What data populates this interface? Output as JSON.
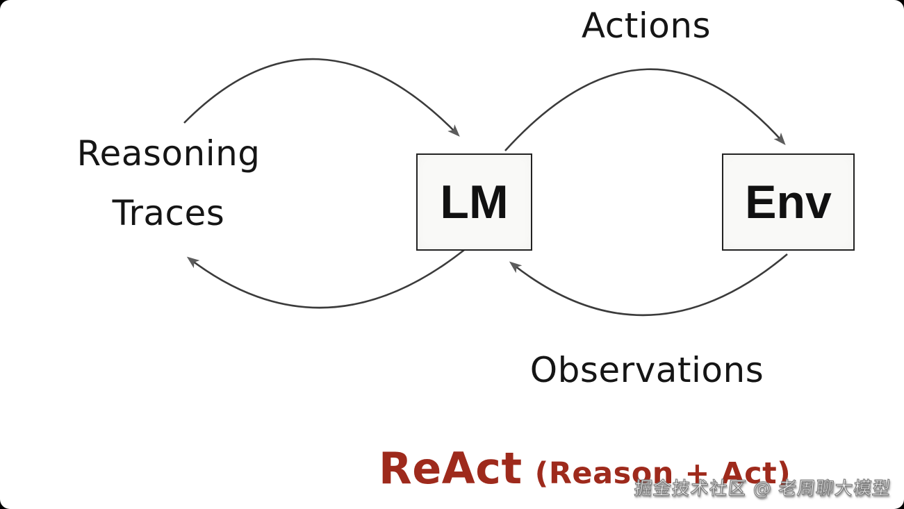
{
  "diagram": {
    "labels": {
      "reasoning_line1": "Reasoning",
      "reasoning_line2": "Traces",
      "actions": "Actions",
      "observations": "Observations"
    },
    "nodes": {
      "lm": "LM",
      "env": "Env"
    },
    "title": {
      "main": "ReAct",
      "sub": "(Reason + Act)"
    },
    "watermark": "掘金技术社区 @ 老周聊大模型",
    "edges": [
      {
        "name": "reasoning-loop-into-lm",
        "from": "Reasoning Traces",
        "to": "LM"
      },
      {
        "name": "lm-back-to-reasoning",
        "from": "LM",
        "to": "Reasoning Traces"
      },
      {
        "name": "actions-lm-to-env",
        "from": "LM",
        "to": "Env",
        "label": "Actions"
      },
      {
        "name": "observations-env-to-lm",
        "from": "Env",
        "to": "LM",
        "label": "Observations"
      }
    ],
    "colors": {
      "text": "#151515",
      "arrow": "#3b3b3b",
      "arrowhead": "#5c5c5c",
      "box_border": "#222222",
      "box_fill": "#f9f9f7",
      "title_red": "#9e2a1c",
      "background": "#ffffff"
    }
  }
}
